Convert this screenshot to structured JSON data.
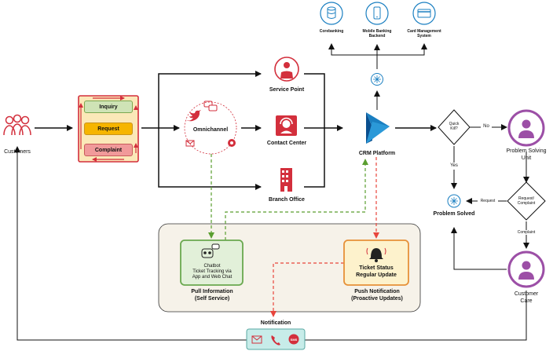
{
  "nodes": {
    "customers": "Customers",
    "inquiry": "Inquiry",
    "request": "Request",
    "complaint": "Complaint",
    "omnichannel": "Omnichannel",
    "service_point": "Service Point",
    "contact_center": "Contact Center",
    "branch_office": "Branch Office",
    "crm_platform": "CRM Platform",
    "corebanking": "Corebanking",
    "mobile_banking": "Mobile Banking\nBackend",
    "card_management": "Card Management\nSystem",
    "quick_kill": "Quick\nKill?",
    "problem_solving_unit": "Problem Solving\nUnit",
    "request_complaint": "Request/\nComplaint",
    "problem_solved": "Problem Solved",
    "customer_care": "Customer\nCare",
    "chatbot_title": "Chatbot",
    "chatbot_desc": "Ticket Tracking via\nApp and Web Chat",
    "pull_information": "Pull Information\n(Self Service)",
    "ticket_status": "Ticket Status\nRegular Update",
    "push_notification": "Push Notification\n(Proactive Updates)",
    "notification": "Notification"
  },
  "edge_labels": {
    "no": "No",
    "yes": "Yes",
    "request": "Request",
    "complaint": "Complaint"
  },
  "icons": [
    "people-icon",
    "chat-bubbles-icon",
    "twitter-icon",
    "email-icon",
    "web-icon",
    "person-icon",
    "headset-icon",
    "building-icon",
    "dynamics-icon",
    "database-icon",
    "mobile-icon",
    "card-icon",
    "sparkle-icon",
    "robot-icon",
    "bell-icon",
    "phone-icon",
    "sms-icon"
  ],
  "colors": {
    "accent_red": "#d32f3c",
    "purple": "#9c4fa6",
    "blue": "#1a7fc1",
    "green": "#6aa84f",
    "orange": "#e69138",
    "teal_box": "#c7ece9"
  }
}
